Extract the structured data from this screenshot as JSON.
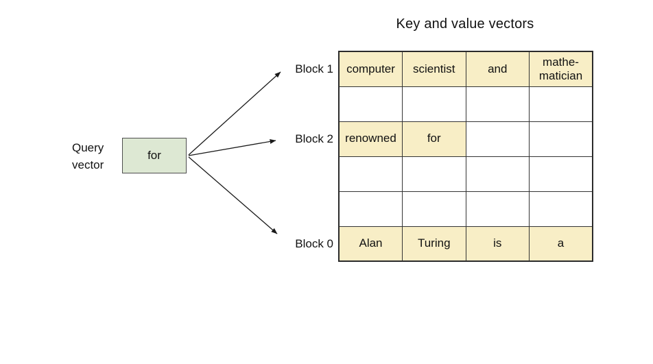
{
  "title": "Key and value vectors",
  "query": {
    "label": "Query\nvector",
    "box_text": "for"
  },
  "block_labels": [
    {
      "text": "Block 1"
    },
    {
      "text": "Block 2"
    },
    {
      "text": "Block 0"
    }
  ],
  "table": {
    "columns": 4,
    "rows": [
      {
        "block": "Block 1",
        "cells": [
          {
            "text": "computer",
            "highlighted": true
          },
          {
            "text": "scientist",
            "highlighted": true
          },
          {
            "text": "and",
            "highlighted": true
          },
          {
            "text": "mathe-\nmatician",
            "highlighted": true
          }
        ]
      },
      {
        "block": "",
        "cells": [
          {
            "text": "",
            "highlighted": false
          },
          {
            "text": "",
            "highlighted": false
          },
          {
            "text": "",
            "highlighted": false
          },
          {
            "text": "",
            "highlighted": false
          }
        ]
      },
      {
        "block": "Block 2",
        "cells": [
          {
            "text": "renowned",
            "highlighted": true
          },
          {
            "text": "for",
            "highlighted": true
          },
          {
            "text": "",
            "highlighted": false
          },
          {
            "text": "",
            "highlighted": false
          }
        ]
      },
      {
        "block": "",
        "cells": [
          {
            "text": "",
            "highlighted": false
          },
          {
            "text": "",
            "highlighted": false
          },
          {
            "text": "",
            "highlighted": false
          },
          {
            "text": "",
            "highlighted": false
          }
        ]
      },
      {
        "block": "",
        "cells": [
          {
            "text": "",
            "highlighted": false
          },
          {
            "text": "",
            "highlighted": false
          },
          {
            "text": "",
            "highlighted": false
          },
          {
            "text": "",
            "highlighted": false
          }
        ]
      },
      {
        "block": "Block 0",
        "cells": [
          {
            "text": "Alan",
            "highlighted": true
          },
          {
            "text": "Turing",
            "highlighted": true
          },
          {
            "text": "is",
            "highlighted": true
          },
          {
            "text": "a",
            "highlighted": true
          }
        ]
      }
    ]
  },
  "colors": {
    "cell_highlight": "#f8eec6",
    "query_box_fill": "#dde8d3",
    "table_border": "#333333"
  }
}
